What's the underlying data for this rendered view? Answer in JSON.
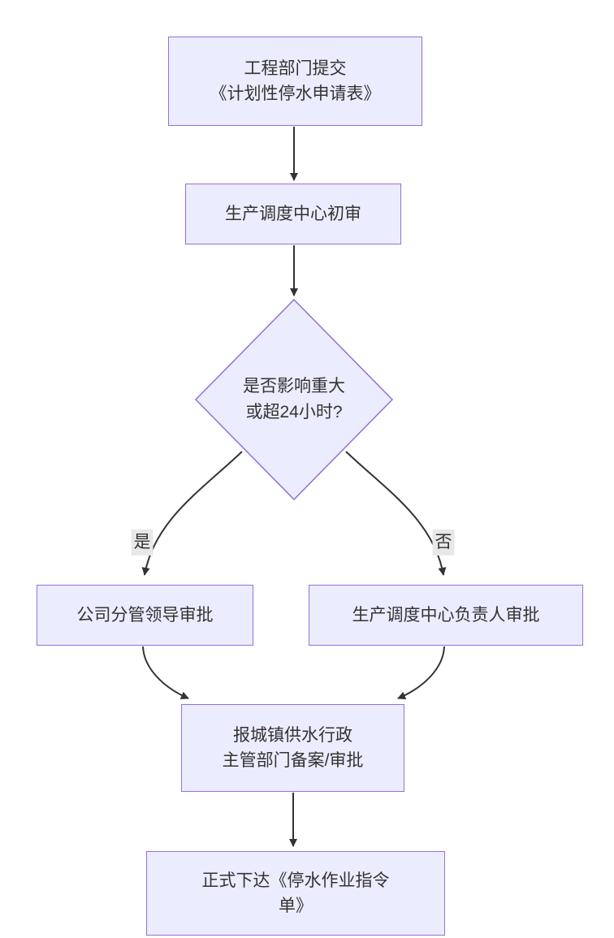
{
  "flowchart": {
    "background": "#FFFFFF",
    "nodes": {
      "submit": {
        "shape": "rectangle",
        "label": "工程部门提交\n《计划性停水申请表》"
      },
      "initial_review": {
        "shape": "rectangle",
        "label": "生产调度中心初审"
      },
      "decision": {
        "shape": "diamond",
        "label": "是否影响重大\n或超24小时?"
      },
      "leader_approval": {
        "shape": "rectangle",
        "label": "公司分管领导审批"
      },
      "dispatch_head_approval": {
        "shape": "rectangle",
        "label": "生产调度中心负责人审批"
      },
      "gov_filing": {
        "shape": "rectangle",
        "label": "报城镇供水行政\n主管部门备案/审批"
      },
      "issue_order": {
        "shape": "rectangle",
        "label": "正式下达《停水作业指令\n单》"
      }
    },
    "edges": [
      {
        "from": "submit",
        "to": "initial_review",
        "label": ""
      },
      {
        "from": "initial_review",
        "to": "decision",
        "label": ""
      },
      {
        "from": "decision",
        "to": "leader_approval",
        "label": "是"
      },
      {
        "from": "decision",
        "to": "dispatch_head_approval",
        "label": "否"
      },
      {
        "from": "leader_approval",
        "to": "gov_filing",
        "label": ""
      },
      {
        "from": "dispatch_head_approval",
        "to": "gov_filing",
        "label": ""
      },
      {
        "from": "gov_filing",
        "to": "issue_order",
        "label": ""
      }
    ],
    "colors": {
      "node_fill": "#ECECFF",
      "node_border": "#9370DB",
      "edge_line": "#333333",
      "edge_label_background": "#E8E8E8",
      "text": "#333333"
    }
  }
}
